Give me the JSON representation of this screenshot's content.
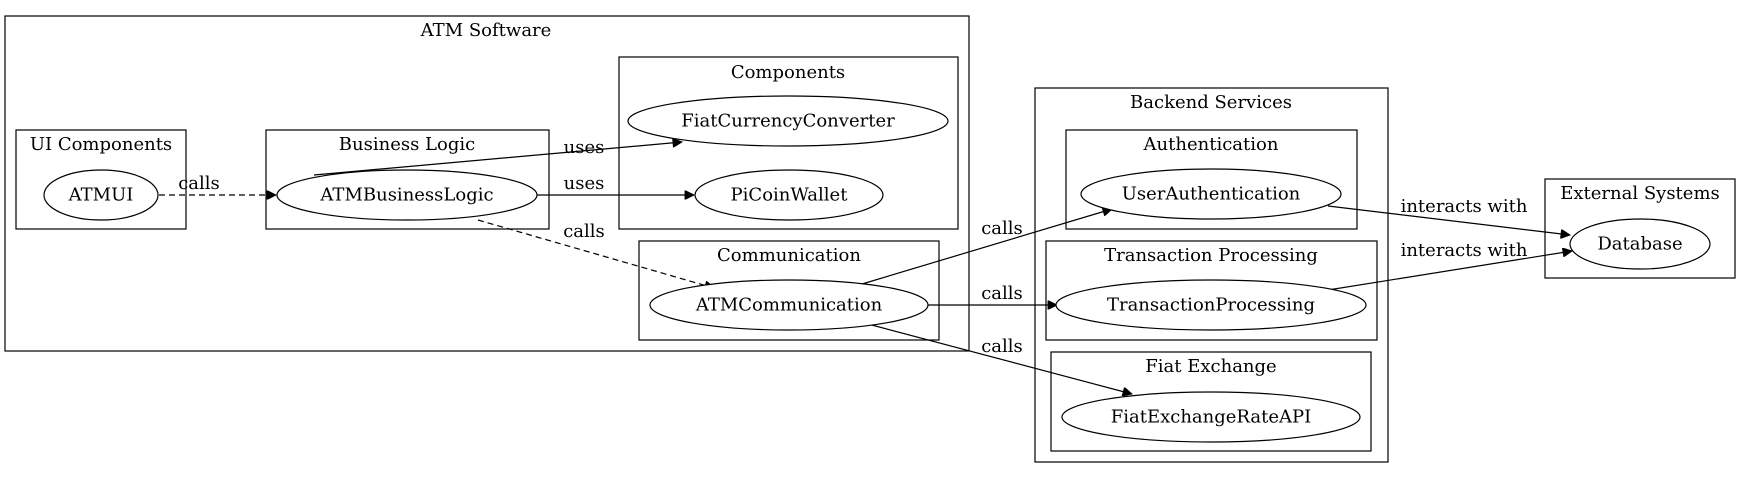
{
  "clusters": {
    "atm_software": "ATM Software",
    "ui_components": "UI Components",
    "business_logic": "Business Logic",
    "components": "Components",
    "communication": "Communication",
    "backend_services": "Backend Services",
    "authentication": "Authentication",
    "transaction_processing": "Transaction Processing",
    "fiat_exchange": "Fiat Exchange",
    "external_systems": "External Systems"
  },
  "nodes": {
    "atmui": "ATMUI",
    "atm_business_logic": "ATMBusinessLogic",
    "fiat_currency_converter": "FiatCurrencyConverter",
    "pi_coin_wallet": "PiCoinWallet",
    "atm_communication": "ATMCommunication",
    "user_authentication": "UserAuthentication",
    "transaction_processing": "TransactionProcessing",
    "fiat_exchange_rate_api": "FiatExchangeRateAPI",
    "database": "Database"
  },
  "edges": [
    {
      "from": "ATMUI",
      "to": "ATMBusinessLogic",
      "label": "calls",
      "style": "dashed"
    },
    {
      "from": "ATMBusinessLogic",
      "to": "FiatCurrencyConverter",
      "label": "uses",
      "style": "solid"
    },
    {
      "from": "ATMBusinessLogic",
      "to": "PiCoinWallet",
      "label": "uses",
      "style": "solid"
    },
    {
      "from": "ATMBusinessLogic",
      "to": "ATMCommunication",
      "label": "calls",
      "style": "dashed"
    },
    {
      "from": "ATMCommunication",
      "to": "UserAuthentication",
      "label": "calls",
      "style": "solid"
    },
    {
      "from": "ATMCommunication",
      "to": "TransactionProcessing",
      "label": "calls",
      "style": "solid"
    },
    {
      "from": "ATMCommunication",
      "to": "FiatExchangeRateAPI",
      "label": "calls",
      "style": "solid"
    },
    {
      "from": "UserAuthentication",
      "to": "Database",
      "label": "interacts with",
      "style": "solid"
    },
    {
      "from": "TransactionProcessing",
      "to": "Database",
      "label": "interacts with",
      "style": "solid"
    }
  ]
}
